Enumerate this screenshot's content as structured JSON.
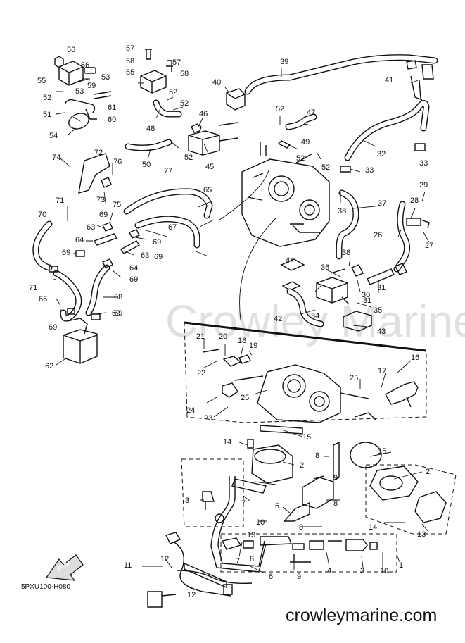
{
  "diagram_code": "5PXU100-H080",
  "website": "crowleymarine.com",
  "watermark": "Crowley Marine",
  "fwd_arrow_label": "FWD",
  "callouts": [
    {
      "n": "56"
    },
    {
      "n": "56"
    },
    {
      "n": "55"
    },
    {
      "n": "53"
    },
    {
      "n": "52"
    },
    {
      "n": "59"
    },
    {
      "n": "53"
    },
    {
      "n": "61"
    },
    {
      "n": "51"
    },
    {
      "n": "60"
    },
    {
      "n": "54"
    },
    {
      "n": "57"
    },
    {
      "n": "58"
    },
    {
      "n": "55"
    },
    {
      "n": "57"
    },
    {
      "n": "58"
    },
    {
      "n": "52"
    },
    {
      "n": "52"
    },
    {
      "n": "48"
    },
    {
      "n": "50"
    },
    {
      "n": "77"
    },
    {
      "n": "52"
    },
    {
      "n": "46"
    },
    {
      "n": "45"
    },
    {
      "n": "40"
    },
    {
      "n": "39"
    },
    {
      "n": "41"
    },
    {
      "n": "52"
    },
    {
      "n": "47"
    },
    {
      "n": "49"
    },
    {
      "n": "52"
    },
    {
      "n": "52"
    },
    {
      "n": "32"
    },
    {
      "n": "33"
    },
    {
      "n": "33"
    },
    {
      "n": "74"
    },
    {
      "n": "72"
    },
    {
      "n": "76"
    },
    {
      "n": "73"
    },
    {
      "n": "75"
    },
    {
      "n": "65"
    },
    {
      "n": "71"
    },
    {
      "n": "70"
    },
    {
      "n": "69"
    },
    {
      "n": "63"
    },
    {
      "n": "67"
    },
    {
      "n": "69"
    },
    {
      "n": "64"
    },
    {
      "n": "69"
    },
    {
      "n": "63"
    },
    {
      "n": "69"
    },
    {
      "n": "64"
    },
    {
      "n": "69"
    },
    {
      "n": "69"
    },
    {
      "n": "71"
    },
    {
      "n": "68"
    },
    {
      "n": "66"
    },
    {
      "n": "69"
    },
    {
      "n": "69"
    },
    {
      "n": "62"
    },
    {
      "n": "38"
    },
    {
      "n": "37"
    },
    {
      "n": "29"
    },
    {
      "n": "28"
    },
    {
      "n": "26"
    },
    {
      "n": "27"
    },
    {
      "n": "38"
    },
    {
      "n": "44"
    },
    {
      "n": "36"
    },
    {
      "n": "30"
    },
    {
      "n": "31"
    },
    {
      "n": "31"
    },
    {
      "n": "34"
    },
    {
      "n": "35"
    },
    {
      "n": "42"
    },
    {
      "n": "43"
    },
    {
      "n": "21"
    },
    {
      "n": "20"
    },
    {
      "n": "18"
    },
    {
      "n": "19"
    },
    {
      "n": "22"
    },
    {
      "n": "16"
    },
    {
      "n": "17"
    },
    {
      "n": "25"
    },
    {
      "n": "25"
    },
    {
      "n": "24"
    },
    {
      "n": "23"
    },
    {
      "n": "15"
    },
    {
      "n": "14"
    },
    {
      "n": "15"
    },
    {
      "n": "2"
    },
    {
      "n": "8"
    },
    {
      "n": "9"
    },
    {
      "n": "2"
    },
    {
      "n": "13"
    },
    {
      "n": "7"
    },
    {
      "n": "3"
    },
    {
      "n": "5"
    },
    {
      "n": "8"
    },
    {
      "n": "10"
    },
    {
      "n": "8"
    },
    {
      "n": "14"
    },
    {
      "n": "13"
    },
    {
      "n": "11"
    },
    {
      "n": "12"
    },
    {
      "n": "8"
    },
    {
      "n": "7"
    },
    {
      "n": "6"
    },
    {
      "n": "4"
    },
    {
      "n": "3"
    },
    {
      "n": "10"
    },
    {
      "n": "1"
    },
    {
      "n": "9"
    },
    {
      "n": "12"
    }
  ]
}
